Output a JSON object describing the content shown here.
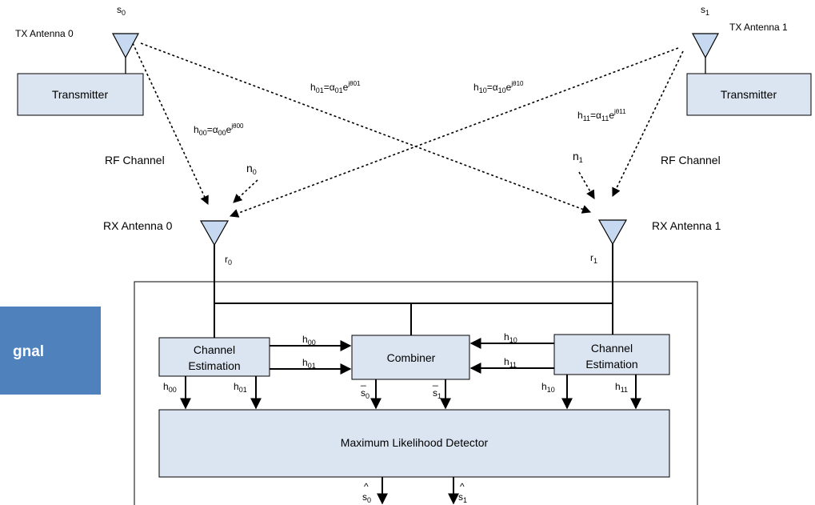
{
  "side_panel": {
    "text": "gnal",
    "color": "#4f81bd"
  },
  "tx0": {
    "label": "TX Antenna 0",
    "signal": "s",
    "signal_sub": "0",
    "box": "Transmitter"
  },
  "tx1": {
    "label": "TX Antenna 1",
    "signal": "s",
    "signal_sub": "1",
    "box": "Transmitter"
  },
  "rf_channel_left": "RF Channel",
  "rf_channel_right": "RF Channel",
  "h00": {
    "a": "h",
    "a_sub": "00",
    "eq": "=α",
    "b_sub": "00",
    "e": "e",
    "sup": "jθ00"
  },
  "h01": {
    "a": "h",
    "a_sub": "01",
    "eq": "=α",
    "b_sub": "01",
    "e": "e",
    "sup": "jθ01"
  },
  "h10": {
    "a": "h",
    "a_sub": "10",
    "eq": "=α",
    "b_sub": "10",
    "e": "e",
    "sup": "jθ10"
  },
  "h11": {
    "a": "h",
    "a_sub": "11",
    "eq": "=α",
    "b_sub": "11",
    "e": "e",
    "sup": "jθ11"
  },
  "noise0": {
    "n": "n",
    "sub": "0"
  },
  "noise1": {
    "n": "n",
    "sub": "1"
  },
  "rx0": {
    "label": "RX Antenna 0",
    "r": "r",
    "sub": "0"
  },
  "rx1": {
    "label": "RX Antenna 1",
    "r": "r",
    "sub": "1"
  },
  "ce_left": {
    "line1": "Channel",
    "line2": "Estimation"
  },
  "ce_right": {
    "line1": "Channel",
    "line2": "Estimation"
  },
  "combiner": "Combiner",
  "mld": "Maximum Likelihood Detector",
  "arrows": {
    "h": "h",
    "s": "s",
    "hat": "^",
    "bar": "_",
    "sub00": "00",
    "sub01": "01",
    "sub10": "10",
    "sub11": "11",
    "sub0": "0",
    "sub1": "1"
  },
  "colors": {
    "box_fill": "#dbe5f1",
    "antenna_fill": "#c6d9f1"
  }
}
